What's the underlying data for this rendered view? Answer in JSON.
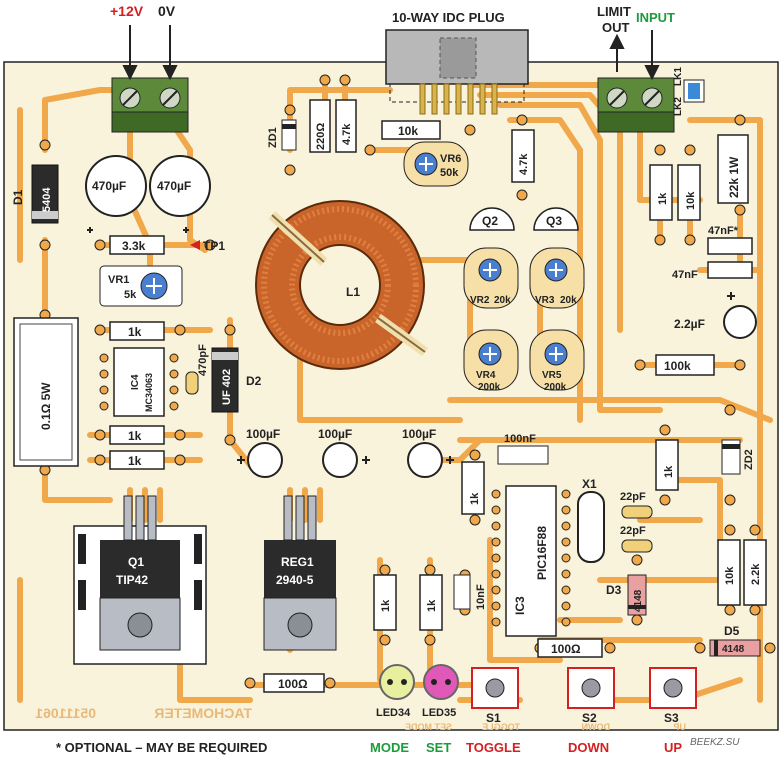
{
  "top_labels": {
    "plus12v": "+12V",
    "zero_v": "0V",
    "idc_plug": "10-WAY IDC PLUG",
    "limit_out": "LIMIT\nOUT",
    "input": "INPUT"
  },
  "components": {
    "d1": {
      "ref": "D1",
      "value": "5404"
    },
    "c_left": {
      "value": "470µF"
    },
    "c_right": {
      "value": "470µF"
    },
    "r_3k3": {
      "value": "3.3k"
    },
    "tp1": {
      "ref": "TP1"
    },
    "vr1": {
      "ref": "VR1",
      "value": "5k"
    },
    "r_1k_a": {
      "value": "1k"
    },
    "c_470pf": {
      "value": "470pF"
    },
    "ic4": {
      "ref": "IC4",
      "value": "MC34063"
    },
    "r_sense": {
      "value": "0.1Ω 5W"
    },
    "r_1k_b": {
      "value": "1k"
    },
    "r_1k_c": {
      "value": "1k"
    },
    "d2": {
      "ref": "D2",
      "value": "UF 402"
    },
    "zd1": {
      "ref": "ZD1"
    },
    "r_220": {
      "value": "220Ω"
    },
    "r_4k7_a": {
      "value": "4.7k"
    },
    "r_10k_top": {
      "value": "10k"
    },
    "vr6": {
      "ref": "VR6",
      "value": "50k"
    },
    "r_4k7_b": {
      "value": "4.7k"
    },
    "l1": {
      "ref": "L1"
    },
    "q2": {
      "ref": "Q2"
    },
    "q3": {
      "ref": "Q3"
    },
    "vr2": {
      "ref": "VR2",
      "value": "20k"
    },
    "vr3": {
      "ref": "VR3",
      "value": "20k"
    },
    "vr4": {
      "ref": "VR4",
      "value": "200k"
    },
    "vr5": {
      "ref": "VR5",
      "value": "200k"
    },
    "lk1": {
      "ref": "LK1"
    },
    "lk2": {
      "ref": "LK2"
    },
    "r_22k": {
      "value": "22k 1W"
    },
    "r_1k_d": {
      "value": "1k"
    },
    "r_10k_e": {
      "value": "10k"
    },
    "c_47nf_opt": {
      "value": "47nF*"
    },
    "c_47nf": {
      "value": "47nF"
    },
    "c_2u2": {
      "value": "2.2µF"
    },
    "r_100k": {
      "value": "100k"
    },
    "c_100u_a": {
      "value": "100µF"
    },
    "c_100u_b": {
      "value": "100µF"
    },
    "c_100u_c": {
      "value": "100µF"
    },
    "c_100nf": {
      "value": "100nF"
    },
    "r_1k_f": {
      "value": "1k"
    },
    "r_1k_g": {
      "value": "1k"
    },
    "zd2": {
      "ref": "ZD2"
    },
    "x1": {
      "ref": "X1"
    },
    "c_22pf_a": {
      "value": "22pF"
    },
    "c_22pf_b": {
      "value": "22pF"
    },
    "ic3": {
      "ref": "IC3",
      "value": "PIC16F88"
    },
    "r_1k_h": {
      "value": "1k"
    },
    "r_1k_i": {
      "value": "1k"
    },
    "c_10nf": {
      "value": "10nF"
    },
    "d3": {
      "ref": "D3",
      "value": "4148"
    },
    "r_10k_j": {
      "value": "10k"
    },
    "r_2k2": {
      "value": "2.2k"
    },
    "d5": {
      "ref": "D5",
      "value": "4148"
    },
    "r_100_a": {
      "value": "100Ω"
    },
    "r_100_b": {
      "value": "100Ω"
    },
    "q1": {
      "ref": "Q1",
      "value": "TIP42"
    },
    "reg1": {
      "ref": "REG1",
      "value": "2940-5"
    },
    "led34": {
      "ref": "LED34"
    },
    "led35": {
      "ref": "LED35"
    },
    "s1": {
      "ref": "S1"
    },
    "s2": {
      "ref": "S2"
    },
    "s3": {
      "ref": "S3"
    }
  },
  "board_text": {
    "code": "05111061",
    "name": "TACHOMETER",
    "mirror_set_mode": "SET MODE",
    "mirror_toggle": "TOGGLE",
    "mirror_down": "DOWN",
    "mirror_up": "UP"
  },
  "bottom": {
    "optional_note": "* OPTIONAL – MAY BE REQUIRED",
    "mode": "MODE",
    "set": "SET",
    "toggle": "TOGGLE",
    "down": "DOWN",
    "up": "UP",
    "watermark": "BEEKZ.SU"
  },
  "colors": {
    "board": "#f9f3dc",
    "track": "#f0a84a",
    "label_red": "#d42020",
    "label_green": "#1a9c3a",
    "copper_coil": "#c9642a",
    "terminal_green": "#5c8a3a"
  }
}
